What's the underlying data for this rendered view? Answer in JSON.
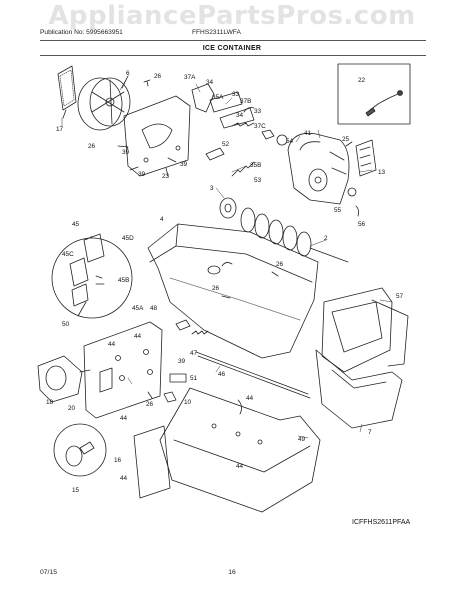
{
  "watermark": "AppliancePartsPros.com",
  "header": {
    "publication": "Publication No: 5995663951",
    "model": "FFHS2311LWFA"
  },
  "title": "ICE CONTAINER",
  "figure_code": "ICFFHS2611PFAA",
  "footer": {
    "date": "07/15",
    "page": "16"
  },
  "part_labels": [
    "22",
    "6",
    "26",
    "37A",
    "34",
    "35A",
    "33",
    "37B",
    "33",
    "34",
    "37C",
    "41",
    "54",
    "25",
    "52",
    "35B",
    "53",
    "13",
    "17",
    "39",
    "23",
    "39",
    "26",
    "39",
    "3",
    "55",
    "56",
    "45",
    "45D",
    "45C",
    "45B",
    "4",
    "2",
    "26",
    "57",
    "26",
    "48",
    "47",
    "39",
    "44",
    "44",
    "46",
    "51",
    "10",
    "26",
    "44",
    "7",
    "44",
    "49",
    "44",
    "18",
    "20",
    "16",
    "15",
    "44",
    "50",
    "45A"
  ]
}
